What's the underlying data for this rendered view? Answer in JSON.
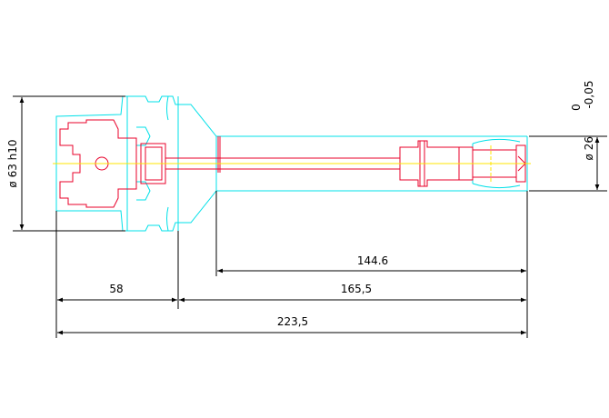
{
  "drawing": {
    "colors": {
      "background": "#ffffff",
      "outline": "#00e0e8",
      "inner": "#e8002a",
      "centerline": "#ffe400",
      "dimension": "#000000"
    },
    "dimensions": {
      "flange_diameter": "ø 63 h10",
      "shank_diameter": "ø 26",
      "shank_tolerance_upper": "0",
      "shank_tolerance_lower": "-0,05",
      "flange_length": "58",
      "projection_length": "165,5",
      "reach_length": "144.6",
      "total_length": "223,5"
    }
  }
}
